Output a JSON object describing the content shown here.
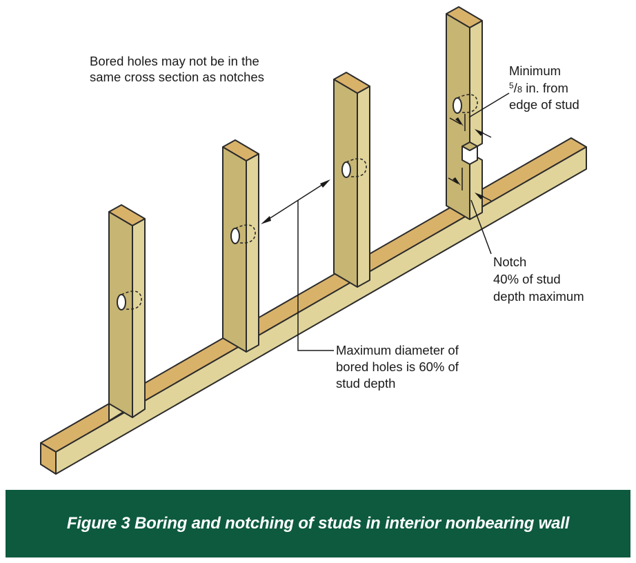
{
  "colors": {
    "wood_front": "#e0d49a",
    "wood_side": "#c7b573",
    "wood_top": "#d9b26a",
    "outline": "#2b2b2b",
    "caption_background": "#0d5a3f",
    "caption_text": "#ffffff"
  },
  "labels": {
    "cross_section_note": [
      "Bored holes may not be in the",
      "same cross section as notches"
    ],
    "min_edge_note": [
      "Minimum",
      "in. from",
      "edge of stud"
    ],
    "fraction_numerator": "5",
    "fraction_denominator": "8",
    "notch_note": [
      "Notch",
      "40% of stud",
      "depth maximum"
    ],
    "bored_hole_note": [
      "Maximum diameter of",
      "bored holes is 60% of",
      "stud depth"
    ]
  },
  "caption": "Figure 3 Boring and notching of studs in interior nonbearing wall"
}
